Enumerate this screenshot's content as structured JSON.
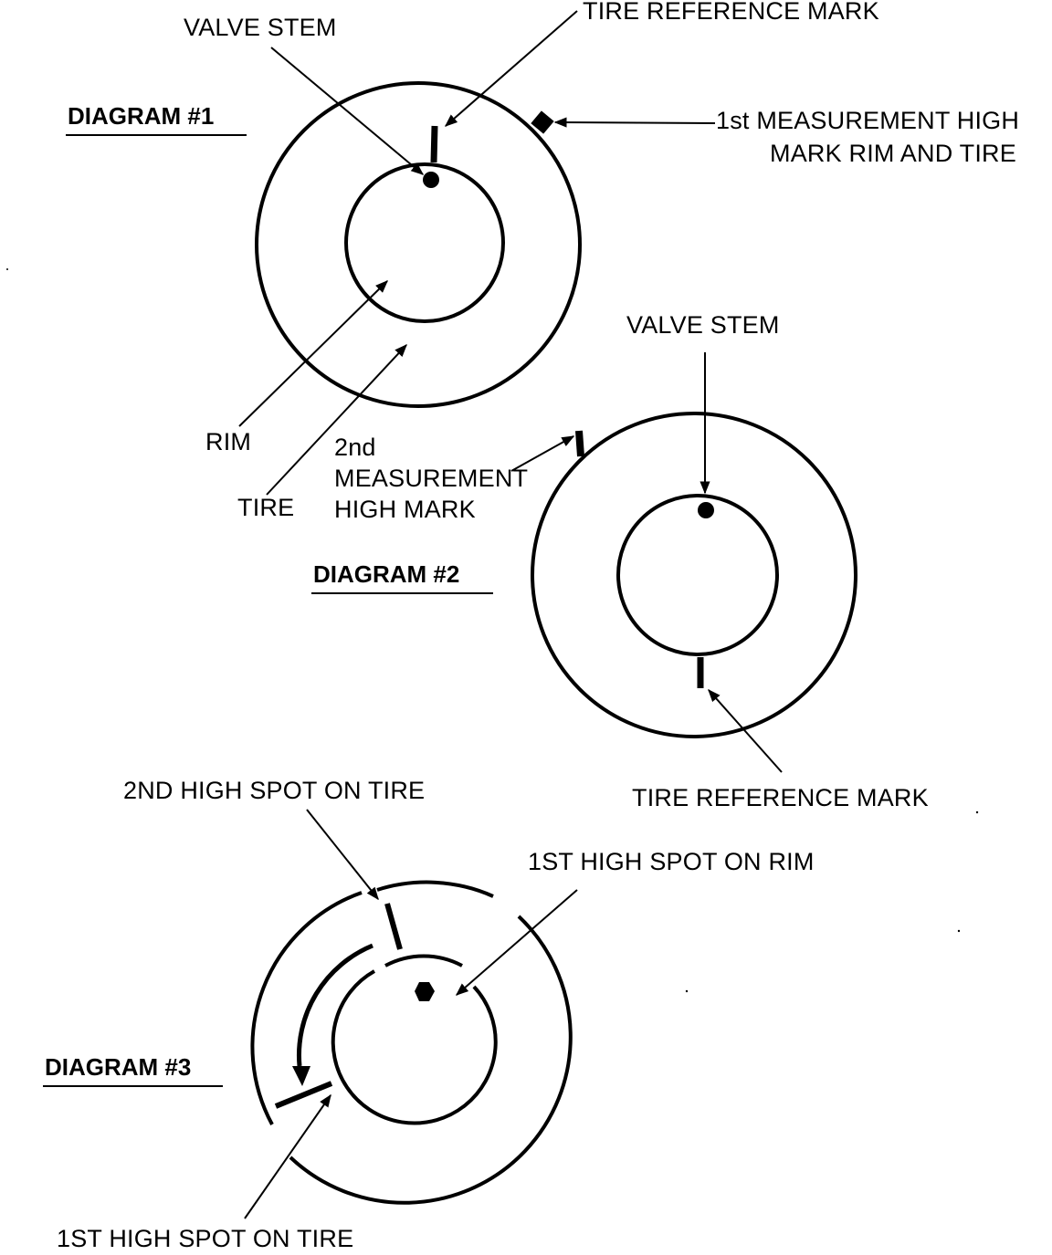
{
  "diagram1": {
    "title": "DIAGRAM #1",
    "valve_stem": "VALVE STEM",
    "tire_reference_mark": "TIRE REFERENCE MARK",
    "first_measurement_line1": "1st MEASUREMENT HIGH",
    "first_measurement_line2": "MARK RIM AND TIRE",
    "rim": "RIM",
    "tire": "TIRE",
    "second_measurement_line1": "2nd",
    "second_measurement_line2": "MEASUREMENT",
    "second_measurement_line3": "HIGH MARK"
  },
  "diagram2": {
    "title": "DIAGRAM #2",
    "valve_stem": "VALVE STEM",
    "tire_reference_mark": "TIRE REFERENCE MARK"
  },
  "diagram3": {
    "title": "DIAGRAM #3",
    "second_high_spot_tire": "2ND HIGH SPOT ON TIRE",
    "first_high_spot_rim": "1ST HIGH SPOT ON RIM",
    "first_high_spot_tire": "1ST HIGH SPOT ON TIRE"
  },
  "colors": {
    "ink": "#000000",
    "paper": "#ffffff"
  }
}
